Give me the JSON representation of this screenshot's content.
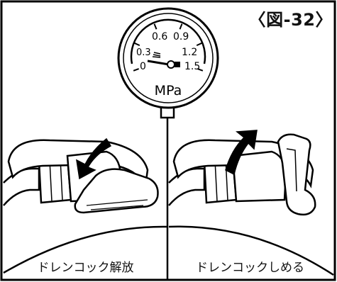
{
  "figure_label": "〈図-32〉",
  "gauge": {
    "scale_labels": [
      "0",
      "0.3",
      "0.6",
      "0.9",
      "1.2",
      "1.5"
    ],
    "unit": "MPa",
    "needle_value": 0
  },
  "panels": [
    {
      "caption": "ドレンコック解放",
      "arrow_direction": "down"
    },
    {
      "caption": "ドレンコックしめる",
      "arrow_direction": "up"
    }
  ]
}
